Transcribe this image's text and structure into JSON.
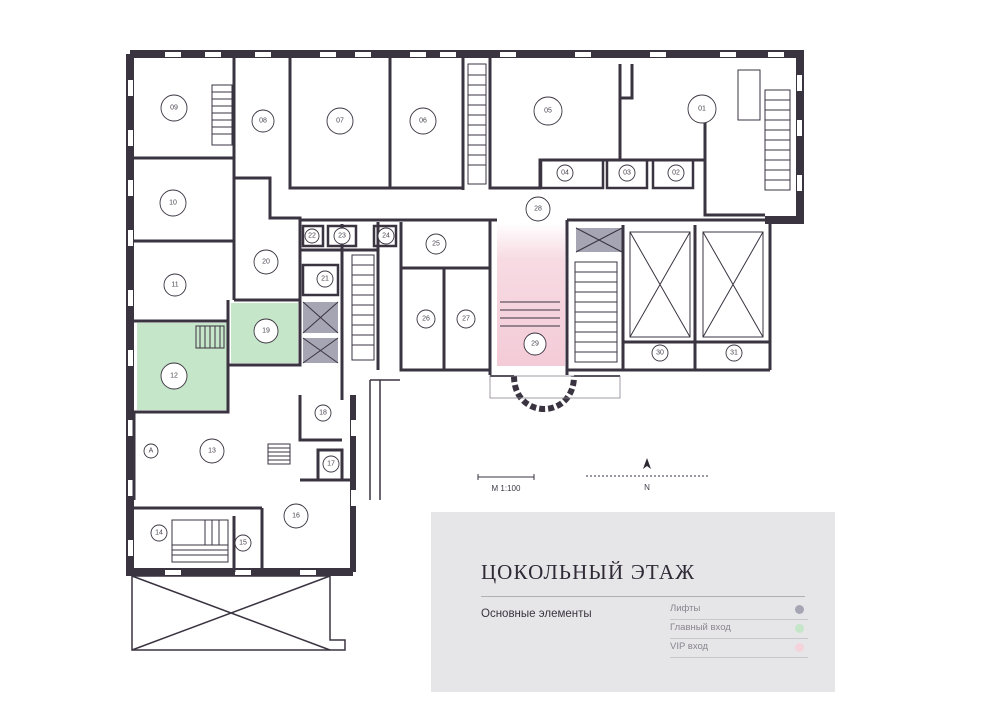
{
  "rooms": {
    "r01": "01",
    "r02": "02",
    "r03": "03",
    "r04": "04",
    "r05": "05",
    "r06": "06",
    "r07": "07",
    "r08": "08",
    "r09": "09",
    "r10": "10",
    "r11": "11",
    "r12": "12",
    "r13": "13",
    "r14": "14",
    "r15": "15",
    "r16": "16",
    "r17": "17",
    "r18": "18",
    "r19": "19",
    "r20": "20",
    "r21": "21",
    "r22": "22",
    "r23": "23",
    "r24": "24",
    "r25": "25",
    "r26": "26",
    "r27": "27",
    "r28": "28",
    "r29": "29",
    "r30": "30",
    "r31": "31",
    "rA": "A"
  },
  "scale": {
    "label": "М 1:100",
    "north": "N"
  },
  "legend": {
    "title": "ЦОКОЛЬНЫЙ ЭТАЖ",
    "subtitle": "Основные элементы",
    "items": [
      {
        "label": "Лифты",
        "color": "#a6a5b4"
      },
      {
        "label": "Главный вход",
        "color": "#c5e6c8"
      },
      {
        "label": "VIP вход",
        "color": "#f5d3dc"
      }
    ]
  },
  "colors": {
    "wall": "#3a3340",
    "lifts": "#a6a5b4",
    "main_entrance": "#c5e6c8",
    "vip_entrance": "#f5d3dc"
  }
}
